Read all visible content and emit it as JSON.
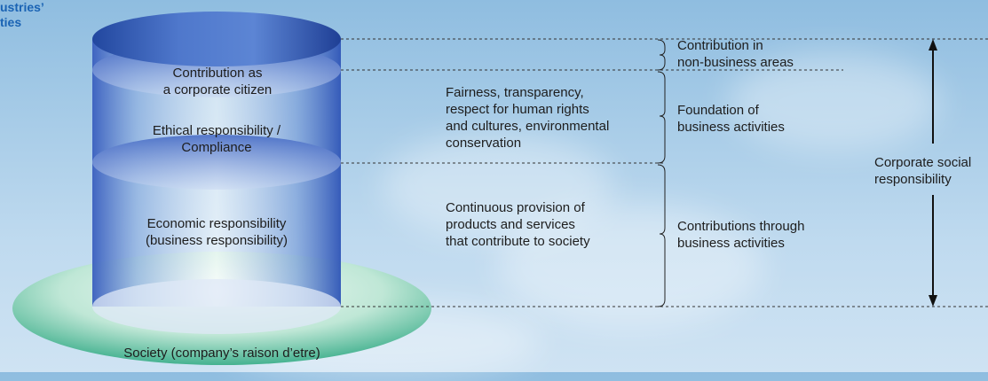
{
  "corner_title": "ustries’\nties",
  "cylinder_labels": {
    "citizen": "Contribution as\na corporate citizen",
    "ethical": "Ethical responsibility /\nCompliance",
    "economic": "Economic responsibility\n(business responsibility)"
  },
  "society_label": "Society (company’s raison d’etre)",
  "descriptions": {
    "foundation": "Fairness, transparency,\nrespect for human rights\nand cultures, environmental\nconservation",
    "business": "Continuous provision of\nproducts and services\nthat contribute to society"
  },
  "brackets": {
    "non_business": "Contribution in\nnon-business areas",
    "foundation": "Foundation of\nbusiness activities",
    "through_business": "Contributions through\nbusiness activities"
  },
  "total_label": "Corporate social\nresponsibility",
  "colors": {
    "title_blue": "#1a63b4",
    "cylinder_blue": "#2b50b2",
    "society_green": "#2ea883",
    "line": "#222222"
  }
}
